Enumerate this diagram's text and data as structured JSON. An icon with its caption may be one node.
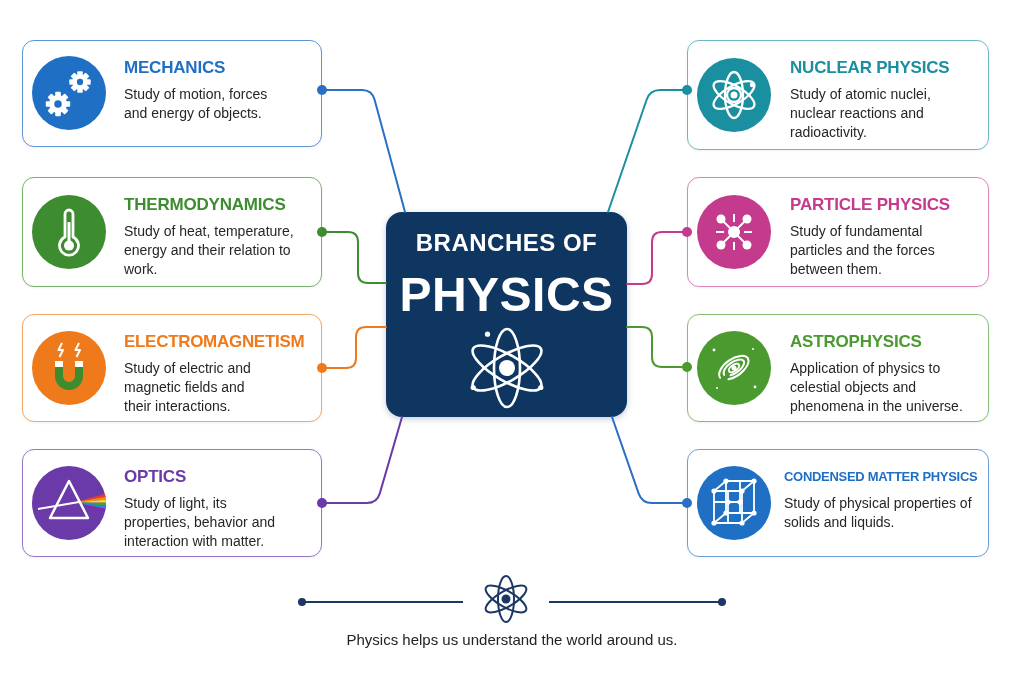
{
  "diagram": {
    "caption": "Physics helps us understand the world around us.",
    "nodes": [
      {
        "text": [
          "BRANCHES OF",
          "PHYSICS"
        ]
      },
      {
        "text": [
          "MECHANICS",
          "Study of motion, forces and energy of objects."
        ]
      },
      {
        "text": [
          "THERMODYNAMICS",
          "Study of heat, temperature, energy and their relation to work."
        ]
      },
      {
        "text": [
          "ELECTROMAGNETISM",
          "Study of electric and magnetic fields and their interactions."
        ]
      },
      {
        "text": [
          "OPTICS",
          "Study of light, its properties, behavior and interaction with matter."
        ]
      },
      {
        "text": [
          "NUCLEAR PHYSICS",
          "Study of atomic nuclei, nuclear reactions and radioactivity."
        ]
      },
      {
        "text": [
          "PARTICLE PHYSICS",
          "Study of fundamental particles and the forces between them."
        ]
      },
      {
        "text": [
          "ASTROPHYSICS",
          "Application of physics to celestial objects and phenomena in the universe."
        ]
      },
      {
        "text": [
          "CONDENSED MATTER PHYSICS",
          "Study of physical properties of solids and liquids."
        ]
      }
    ],
    "edges": [
      {
        "from": 0,
        "to": 1,
        "arrow": "other",
        "color": "#2a6fc4"
      },
      {
        "from": 0,
        "to": 2,
        "arrow": "other",
        "color": "#3d8c2f"
      },
      {
        "from": 0,
        "to": 3,
        "arrow": "other",
        "color": "#ee7a1c"
      },
      {
        "from": 0,
        "to": 4,
        "arrow": "other",
        "color": "#6a3aa8"
      },
      {
        "from": 0,
        "to": 5,
        "arrow": "other",
        "color": "#1a8fa0"
      },
      {
        "from": 0,
        "to": 6,
        "arrow": "other",
        "color": "#c43a8c"
      },
      {
        "from": 0,
        "to": 7,
        "arrow": "other",
        "color": "#4a9a30"
      },
      {
        "from": 0,
        "to": 8,
        "arrow": "other",
        "color": "#2a6fc4"
      }
    ]
  }
}
